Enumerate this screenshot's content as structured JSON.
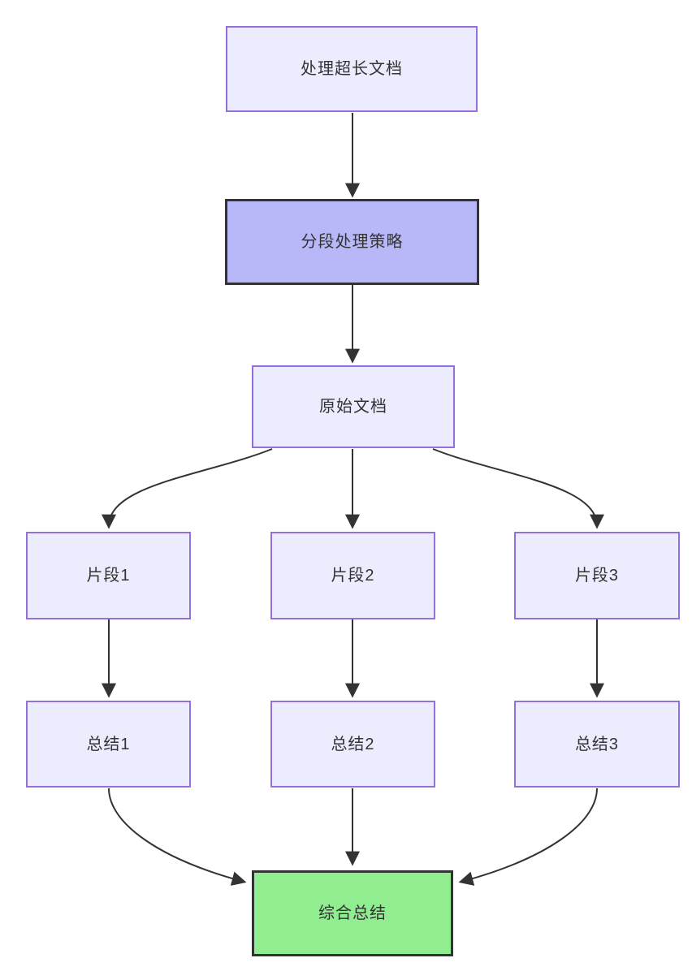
{
  "diagram": {
    "type": "flowchart",
    "direction": "top-bottom",
    "background": "#ffffff",
    "nodes": [
      {
        "id": "A",
        "label": "处理超长文档",
        "kind": "default"
      },
      {
        "id": "B",
        "label": "分段处理策略",
        "kind": "emphasis"
      },
      {
        "id": "C",
        "label": "原始文档",
        "kind": "default"
      },
      {
        "id": "D1",
        "label": "片段1",
        "kind": "default"
      },
      {
        "id": "D2",
        "label": "片段2",
        "kind": "default"
      },
      {
        "id": "D3",
        "label": "片段3",
        "kind": "default"
      },
      {
        "id": "E1",
        "label": "总结1",
        "kind": "default"
      },
      {
        "id": "E2",
        "label": "总结2",
        "kind": "default"
      },
      {
        "id": "E3",
        "label": "总结3",
        "kind": "default"
      },
      {
        "id": "F",
        "label": "综合总结",
        "kind": "success"
      }
    ],
    "edges": [
      {
        "from": "处理超长文档",
        "to": "分段处理策略"
      },
      {
        "from": "分段处理策略",
        "to": "原始文档"
      },
      {
        "from": "原始文档",
        "to": "片段1"
      },
      {
        "from": "原始文档",
        "to": "片段2"
      },
      {
        "from": "原始文档",
        "to": "片段3"
      },
      {
        "from": "片段1",
        "to": "总结1"
      },
      {
        "from": "片段2",
        "to": "总结2"
      },
      {
        "from": "片段3",
        "to": "总结3"
      },
      {
        "from": "总结1",
        "to": "综合总结"
      },
      {
        "from": "总结2",
        "to": "综合总结"
      },
      {
        "from": "总结3",
        "to": "综合总结"
      }
    ],
    "colors": {
      "node_fill": "#ECECFF",
      "node_border": "#9370DB",
      "emphasis_fill": "#B8B8F8",
      "emphasis_border": "#333333",
      "success_fill": "#90EE90",
      "success_border": "#333333",
      "edge_stroke": "#333333",
      "text": "#333333"
    }
  }
}
